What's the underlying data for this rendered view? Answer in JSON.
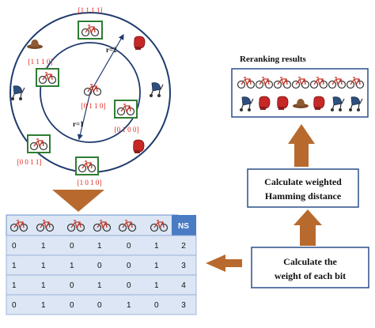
{
  "codes": {
    "top": "[1 1 1 1]",
    "left": "[1 1 1 0]",
    "center": "[0 1 1 0]",
    "right": "[0 1 0 0]",
    "bottom_left": "[0 0 1 1]",
    "bottom": "[1 0 1 0]"
  },
  "radius_labels": {
    "r2": "r=2",
    "r1": "r=1"
  },
  "table": {
    "ns_header": "NS",
    "rows": [
      [
        "0",
        "1",
        "0",
        "1",
        "0",
        "1",
        "2"
      ],
      [
        "1",
        "1",
        "1",
        "0",
        "0",
        "1",
        "3"
      ],
      [
        "1",
        "1",
        "0",
        "1",
        "0",
        "1",
        "4"
      ],
      [
        "0",
        "1",
        "0",
        "0",
        "1",
        "0",
        "3"
      ]
    ]
  },
  "boxes": {
    "calc_weight": [
      "Calculate the",
      "weight of each bit"
    ],
    "calc_hamming": [
      "Calculate weighted",
      "Hamming distance"
    ]
  },
  "reranking": {
    "title": "Reranking results",
    "row1": [
      "bike-icon",
      "bike-icon",
      "bike-icon",
      "bike-icon",
      "bike-icon",
      "bike-icon",
      "bike-icon"
    ],
    "row2": [
      "stroller-icon",
      "boxing-glove-icon",
      "boxing-glove-icon",
      "cowboy-hat-icon",
      "boxing-glove-icon",
      "stroller-icon",
      "stroller-icon"
    ]
  },
  "colors": {
    "circle": "#1f3a6e",
    "code_red": "#e0281e",
    "green_box": "#2e7d32",
    "arrow_brown": "#b86a2e",
    "ns_blue": "#4a7cc4",
    "box_border": "#2a4f8a"
  }
}
